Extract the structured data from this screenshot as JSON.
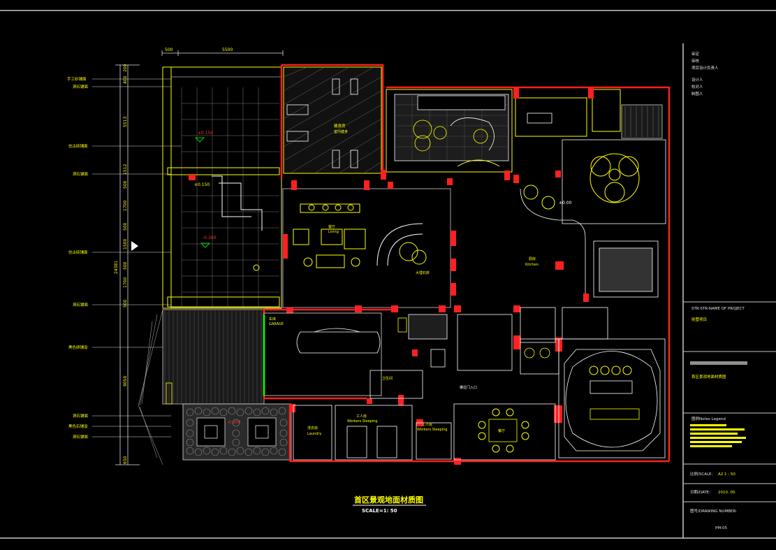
{
  "colors": {
    "background": "#000000",
    "frame": "#c8c8c8",
    "wall": "#ff2020",
    "outline": "#ffff00",
    "room": "#ffffff",
    "hatch": "#b0b0b0",
    "dim": "#ffff00",
    "accent_cyan": "#00ffff",
    "accent_green": "#00ff00",
    "accent_magenta": "#ff00ff"
  },
  "drawing": {
    "title": "首区景观地面材质图",
    "scale": "SCALE=1: 50"
  },
  "dimensions": {
    "top": [
      "500",
      "5500"
    ],
    "left_vertical": [
      "200",
      "400",
      "5513",
      "1512",
      "500",
      "1700",
      "500",
      "1500",
      "500",
      "1700",
      "500",
      "9050",
      "650"
    ],
    "total": "24381"
  },
  "left_callouts": [
    "手工砂铺面",
    "洞石铺面",
    "仿古砖铺面",
    "洞石铺面",
    "仿古砖铺面",
    "洞石铺面",
    "黑色卵铺设",
    "洞石铺面",
    "黑色石铺设",
    "洞石铺面"
  ],
  "room_labels": {
    "gym": "健身房",
    "gym_sub": "室内健身",
    "living": "客厅",
    "living_en": "Living",
    "stair_label": "大理石拼",
    "garage": "车库",
    "garage_en": "GARAGE",
    "laundry": "洗衣房",
    "laundry_en": "Laundry",
    "worker": "工人房",
    "worker_en": "Workers Sleeping",
    "worker2": "工人房",
    "worker2_en": "Workers Sleeping",
    "toilet": "卫生间",
    "kitchen": "厨房",
    "kitchen_en": "Kitchen",
    "corridor": "推拉门入口",
    "dining": "餐厅",
    "elev_marks": [
      "±0.150",
      "±0.00",
      "±0.150"
    ],
    "red_marks": [
      "-0.300",
      "-0.300"
    ]
  },
  "title_block": {
    "top_rows": [
      "审定",
      "审核",
      "项目设计负责人",
      "设计人",
      "校对人",
      "制图人"
    ],
    "project_label": "STR-STR-NAME OF PROJECT",
    "project_value": "别墅项目",
    "drawing_name": "首区景观地面材质图",
    "legend_label": "图例Notes Legend",
    "scale_label": "比例/SCALE:",
    "scale_value": "A2    1 : 50",
    "date_label": "日期/DATE:",
    "date_value": "2010. 05",
    "number_label": "图号/DRAWING NUMBER:",
    "number_value": "PM-05"
  }
}
